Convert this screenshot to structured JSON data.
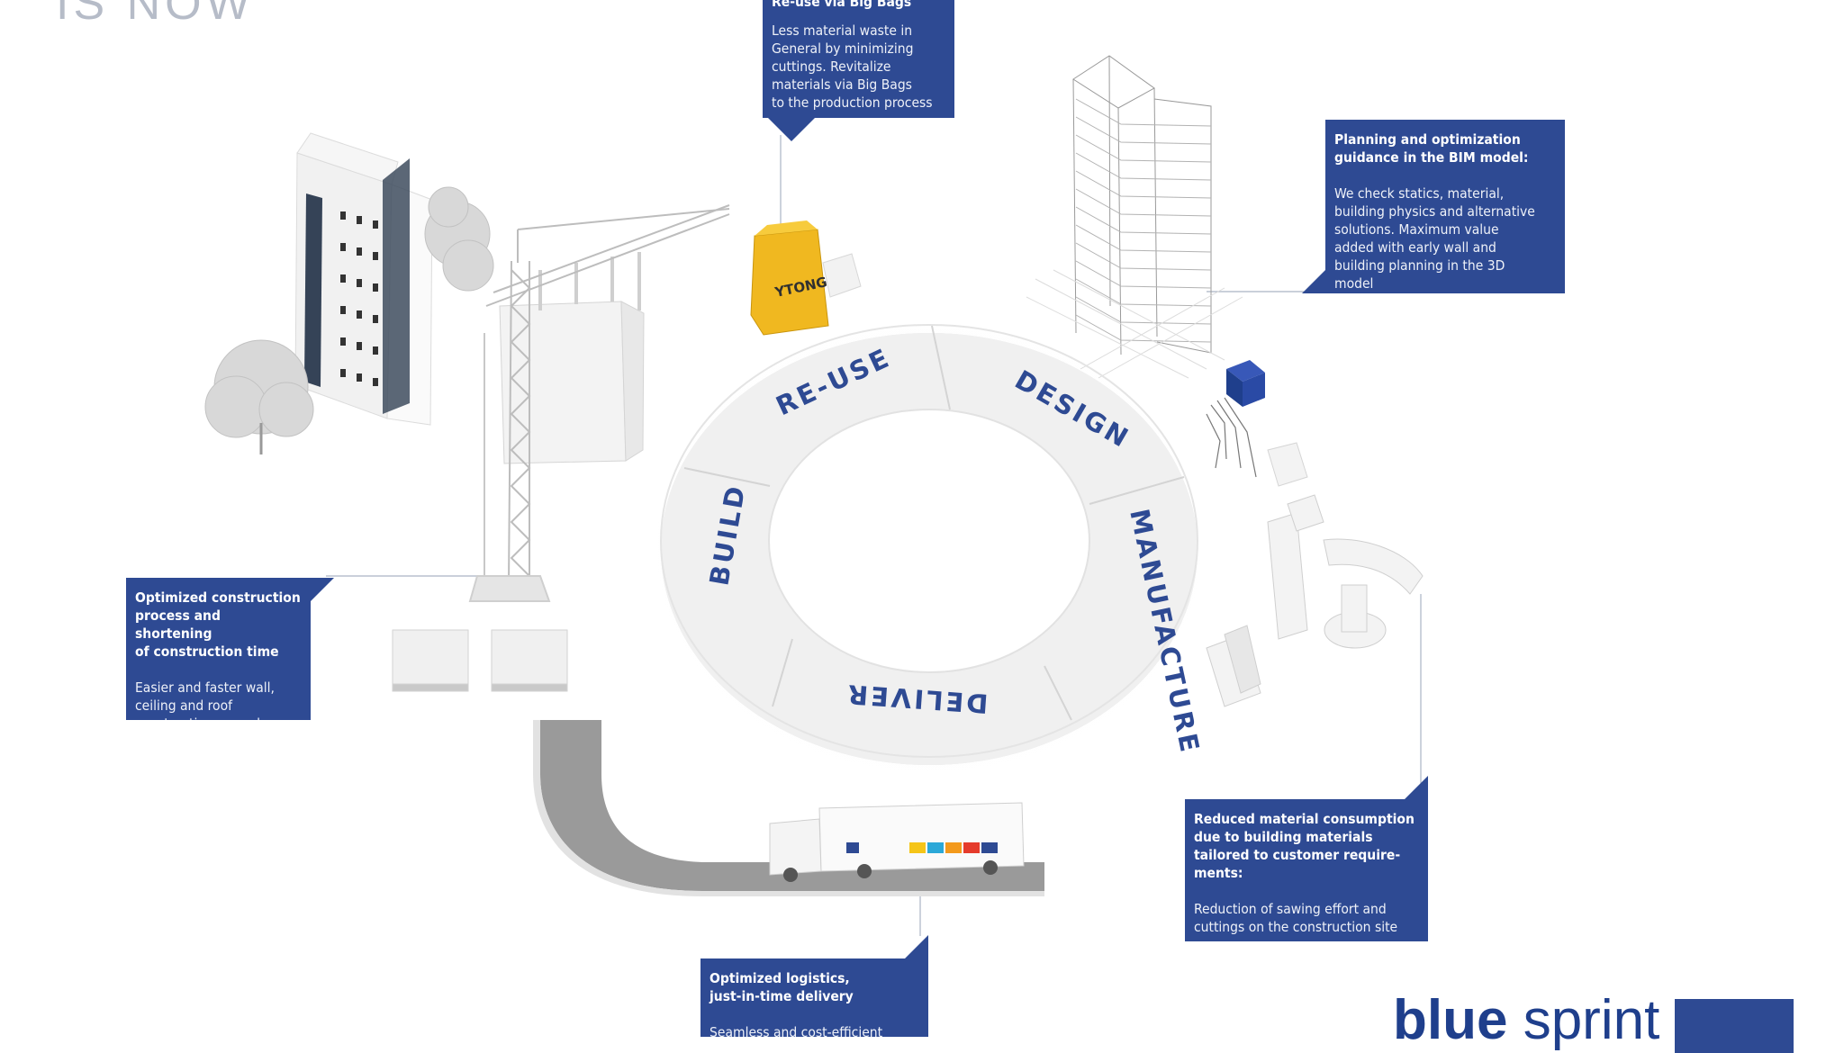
{
  "headline": "IS NOW",
  "cycle": {
    "stages": [
      "RE-USE",
      "DESIGN",
      "MANUFACTURE",
      "DELIVER",
      "BUILD"
    ]
  },
  "boxes": {
    "reuse": {
      "title": "Re-use via Big Bags",
      "desc": "Less material waste in\nGeneral by minimizing\ncuttings. Revitalize\nmaterials via Big Bags\nto the production process"
    },
    "planning": {
      "title": "Planning and optimization\nguidance in the BIM model:",
      "desc": "We check statics, material,\nbuilding physics and alternative\nsolutions. Maximum value\nadded with early wall and\nbuilding planning in the 3D\nmodel"
    },
    "construction": {
      "title": "Optimized construction\nprocess and shortening\nof construction time",
      "desc": "Easier and faster wall,\nceiling and roof\nconstruction procedure"
    },
    "material": {
      "title": "Reduced material consumption\ndue to building materials\ntailored to customer require-\nments:",
      "desc": "Reduction of sawing effort and\ncuttings on the construction site"
    },
    "logistics": {
      "title": "Optimized logistics,\njust-in-time delivery",
      "desc": "Seamless and cost-efficient"
    }
  },
  "props": {
    "bag_label": "YTONG"
  },
  "brand": {
    "bold": "blue",
    "light": "sprint"
  },
  "colors": {
    "accent": "#2e4a93",
    "ring": "#efefef",
    "headline": "#b6bcc8"
  }
}
